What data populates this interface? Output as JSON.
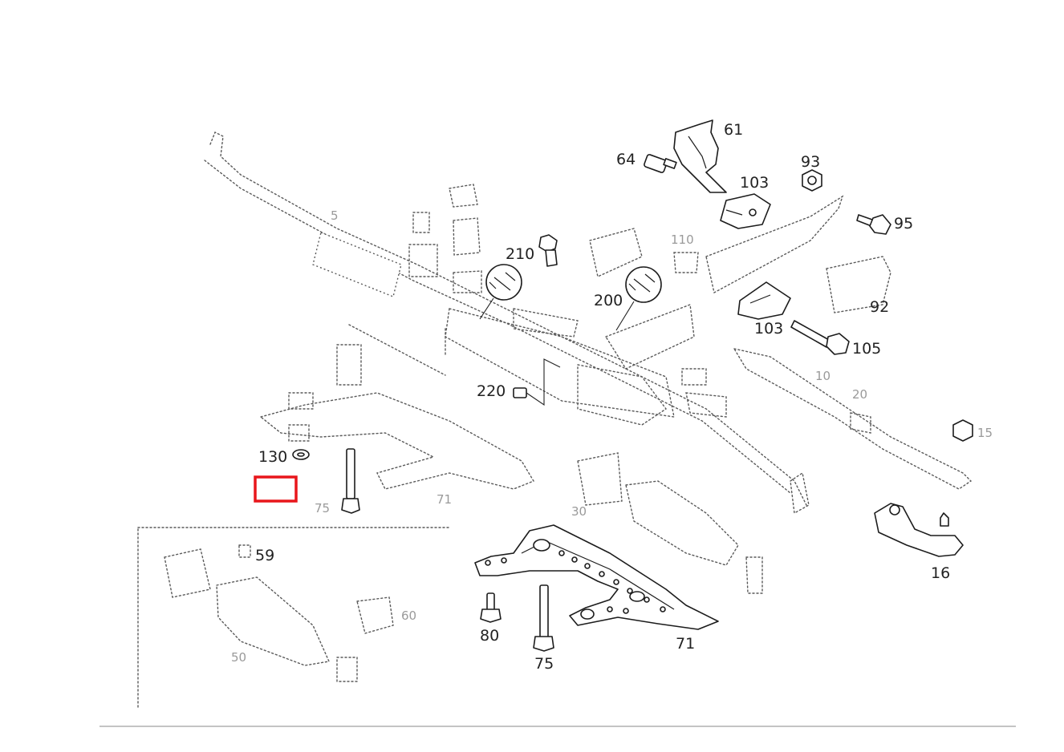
{
  "callouts": {
    "c61": "61",
    "c64": "64",
    "c93": "93",
    "c103a": "103",
    "c95": "95",
    "c210": "210",
    "c110": "110",
    "c200": "200",
    "c92": "92",
    "c103b": "103",
    "c105": "105",
    "c220": "220",
    "c130": "130",
    "c75a": "75",
    "c71a": "71",
    "c59": "59",
    "c80a": "80",
    "c75b": "75",
    "c71b": "71",
    "c16": "16",
    "c5": "5",
    "c10": "10",
    "c20": "20",
    "c15": "15",
    "c30": "30",
    "c50": "50",
    "c60": "60"
  },
  "highlight_color": "#e8161b"
}
